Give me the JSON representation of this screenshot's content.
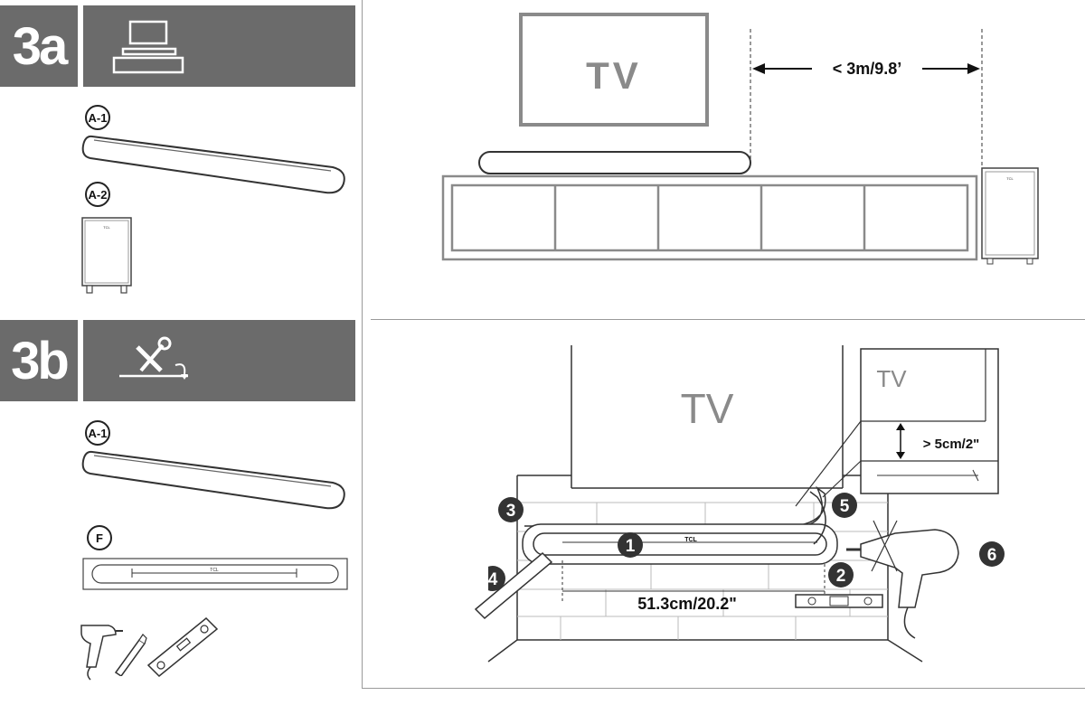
{
  "step_a": {
    "number": "3a",
    "icon": "tv-on-stand-icon"
  },
  "step_b": {
    "number": "3b",
    "icon": "tools-icon"
  },
  "parts": {
    "soundbar": "A-1",
    "subwoofer": "A-2",
    "soundbar_b": "A-1",
    "template": "F"
  },
  "brand": "TCL",
  "tv_label_a": "TV",
  "distance_label": "<  3m/9.8’",
  "tv_label_b": "TV",
  "tv_label_zoom": "TV",
  "clearance_label": "> 5cm/2\"",
  "width_label": "51.3cm/20.2\"",
  "callouts": [
    "1",
    "2",
    "3",
    "4",
    "5",
    "6"
  ],
  "tools": [
    "drill-icon",
    "pencil-icon",
    "level-icon"
  ]
}
